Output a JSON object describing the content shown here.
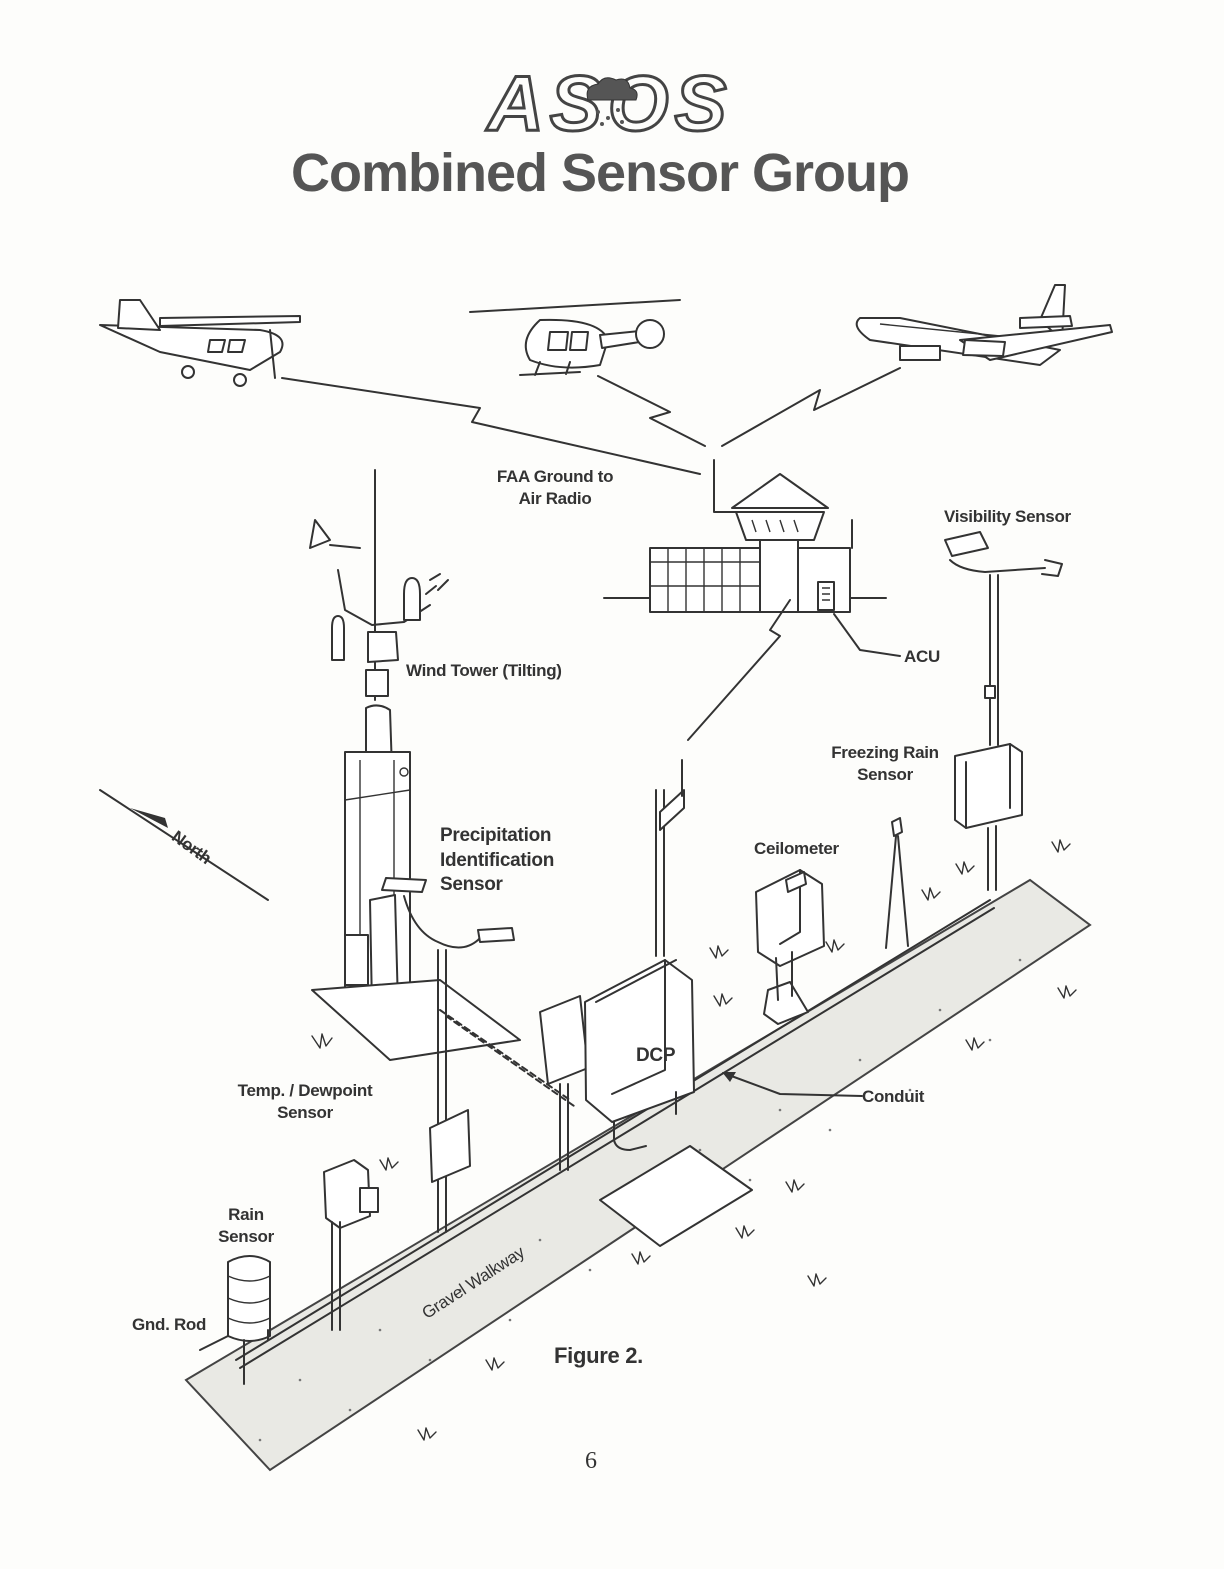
{
  "logo": {
    "text": "ASOS",
    "icon": "cloud-rain-icon"
  },
  "title": "Combined Sensor Group",
  "labels": {
    "radio": [
      "FAA Ground to",
      "Air Radio"
    ],
    "visibility": "Visibility Sensor",
    "wind": "Wind Tower (Tilting)",
    "acu": "ACU",
    "freezing_rain": [
      "Freezing Rain",
      "Sensor"
    ],
    "north": "North",
    "precip": [
      "Precipitation",
      "Identification",
      "Sensor"
    ],
    "ceilometer": "Ceilometer",
    "dcp": "DCP",
    "conduit": "Conduit",
    "temp": [
      "Temp. / Dewpoint",
      "Sensor"
    ],
    "rain": [
      "Rain",
      "Sensor"
    ],
    "gnd_rod": "Gnd. Rod",
    "walkway": "Gravel Walkway"
  },
  "caption": "Figure 2.",
  "page_number": "6"
}
